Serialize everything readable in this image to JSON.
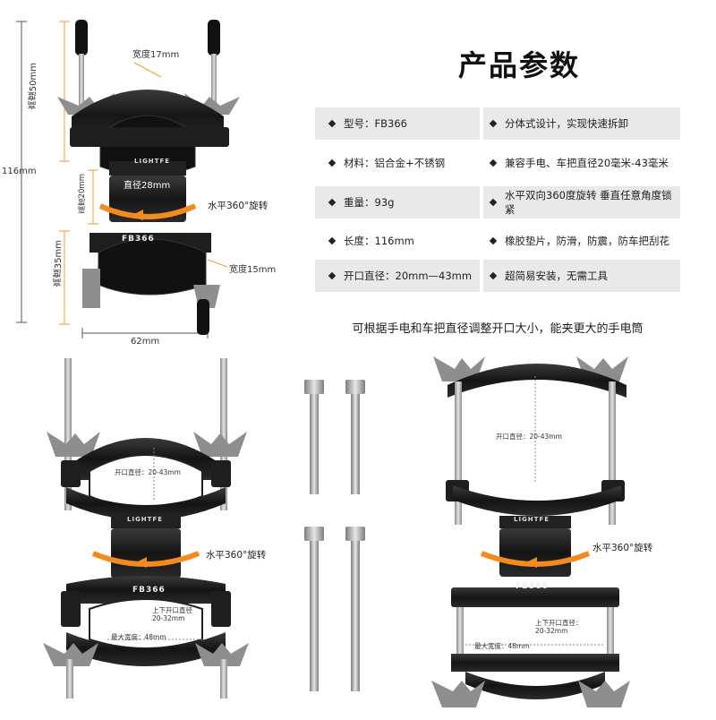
{
  "title": "产品参数",
  "specs": [
    {
      "left": "型号：FB366",
      "right": "分体式设计，实现快速拆卸"
    },
    {
      "left": "材料：铝合金+不锈钢",
      "right": "兼容手电、车把直径20毫米-43毫米"
    },
    {
      "left": "重量：93g",
      "right": "水平双向360度旋转 垂直任意角度锁紧"
    },
    {
      "left": "长度：116mm",
      "right": "橡胶垫片，防滑，防震，防车把刮花"
    },
    {
      "left": "开口直径：20mm—43mm",
      "right": "超简易安装，无需工具"
    }
  ],
  "caption": "可根据手电和车把直径调整开口大小，能夹更大的手电筒",
  "dims": {
    "height_top": "高度50mm",
    "width_top": "宽度17mm",
    "total_height": "116mm",
    "diameter": "直径28mm",
    "height_mid": "高度20mm",
    "rotation": "水平360°旋转",
    "height_bottom": "高度35mm",
    "width_bottom": "宽度15mm",
    "width_total": "62mm"
  },
  "brand": "LIGHTFE",
  "model": "FB366",
  "bottom_left": {
    "opening": "开口直径：20-43mm",
    "rotation": "水平360°旋转",
    "lower_opening_line1": "上下开口直径",
    "lower_opening_line2": "20-32mm",
    "max_width": "最大宽度：48mm"
  },
  "bottom_right": {
    "opening": "开口直径：20-43mm",
    "rotation": "水平360°旋转",
    "lower_opening_line1": "上下开口直径：",
    "lower_opening_line2": "20-32mm",
    "max_width": "最大宽度：48mm"
  },
  "colors": {
    "accent": "#f39c2c",
    "metal": "#1b1b1b",
    "steel": "#b9b9b9",
    "rotation_arrow": "#f28a1d"
  }
}
